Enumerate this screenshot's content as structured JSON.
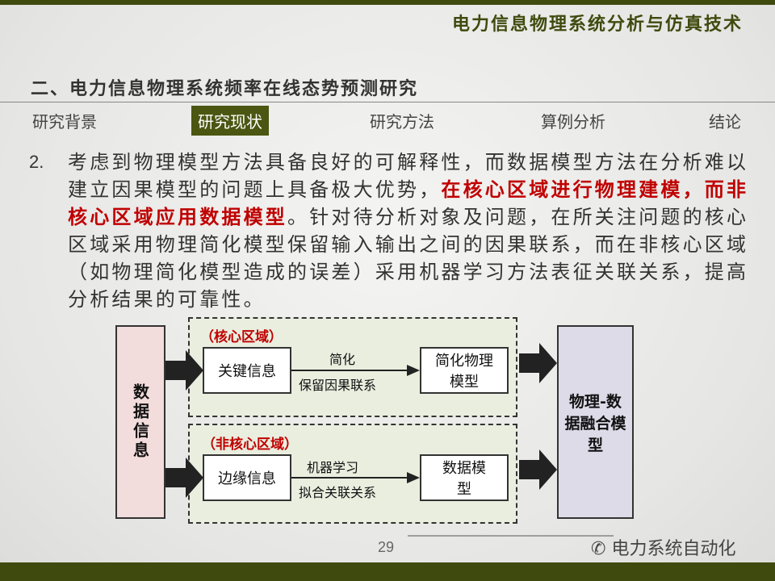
{
  "header": {
    "course_title": "电力信息物理系统分析与仿真技术",
    "section_title": "二、电力信息物理系统频率在线态势预测研究"
  },
  "nav": [
    "研究背景",
    "研究现状",
    "研究方法",
    "算例分析",
    "结论"
  ],
  "body": {
    "number": "2.",
    "lines": [
      [
        "考虑到物理模型方法具备良好的可解释性，而数据模型方法在分析难以",
        "",
        ""
      ],
      [
        "建立因果模型的问题上具备极大优势，",
        "在核心区域进行物理建模，而非",
        ""
      ],
      [
        "",
        "核心区域应用数据模型",
        "。针对待分析对象及问题，在所关注问题的核心"
      ],
      [
        "区域采用物理简化模型保留输入输出之间的因果联系，而在非核心区域",
        "",
        ""
      ],
      [
        "（如物理简化模型造成的误差）采用机器学习方法表征关联关系，提高",
        "",
        ""
      ],
      [
        "分析结果的可靠性。",
        "",
        ""
      ]
    ]
  },
  "diagram": {
    "input": "数据信息",
    "core_label": "（核心区域）",
    "noncore_label": "（非核心区域）",
    "core_in": "关键信息",
    "core_edge_top": "简化",
    "core_edge_bottom": "保留因果联系",
    "core_out": "简化物理模型",
    "non_in": "边缘信息",
    "non_edge_top": "机器学习",
    "non_edge_bottom": "拟合关联关系",
    "non_out": "数据模型",
    "output": "物理-数据融合模型"
  },
  "footer": {
    "page": "29",
    "watermark": "电力系统自动化"
  }
}
